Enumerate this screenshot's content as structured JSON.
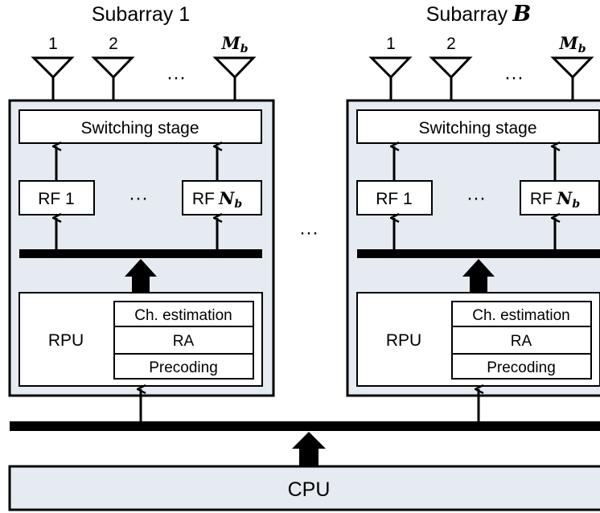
{
  "subarrays": [
    {
      "title_prefix": "Subarray",
      "title_suffix": "1",
      "antennas": {
        "first": "1",
        "second": "2",
        "dots": "···",
        "last_main": "M",
        "last_sub": "b"
      },
      "switching_stage": "Switching stage",
      "rf_first": "RF 1",
      "rf_dots": "···",
      "rf_last_prefix": "RF",
      "rf_last_main": "N",
      "rf_last_sub": "b",
      "rpu_label": "RPU",
      "rpu_functions": [
        "Ch. estimation",
        "RA",
        "Precoding"
      ]
    },
    {
      "title_prefix": "Subarray",
      "title_suffix": "B",
      "antennas": {
        "first": "1",
        "second": "2",
        "dots": "···",
        "last_main": "M",
        "last_sub": "b"
      },
      "switching_stage": "Switching stage",
      "rf_first": "RF 1",
      "rf_dots": "···",
      "rf_last_prefix": "RF",
      "rf_last_main": "N",
      "rf_last_sub": "b",
      "rpu_label": "RPU",
      "rpu_functions": [
        "Ch. estimation",
        "RA",
        "Precoding"
      ]
    }
  ],
  "between_dots": "···",
  "cpu_label": "CPU",
  "colors": {
    "panel_fill": "#e6ebf1",
    "box_fill": "#ffffff",
    "line": "#000000"
  }
}
